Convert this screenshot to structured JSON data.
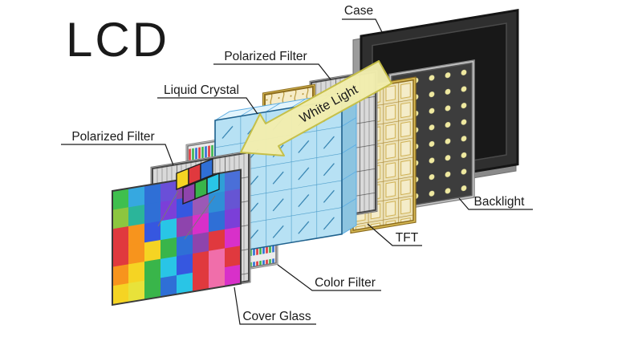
{
  "title": "LCD",
  "labels": {
    "case": "Case",
    "polarized_filter_top": "Polarized Filter",
    "liquid_crystal": "Liquid Crystal",
    "polarized_filter_left": "Polarized Filter",
    "backlight": "Backlight",
    "tft": "TFT",
    "color_filter": "Color Filter",
    "cover_glass": "Cover Glass",
    "white_light": "White Light"
  },
  "layers_front_to_back": [
    "Cover Glass",
    "Polarized Filter",
    "Color Filter",
    "Liquid Crystal",
    "TFT",
    "Polarized Filter",
    "Backlight",
    "Case"
  ],
  "colors": {
    "arrow_fill": "#f2eeae",
    "arrow_stroke": "#c6bf45",
    "liquid_crystal_blue": "#b7e1f4",
    "tft_gold": "#c9a53a",
    "backlight_dot": "#efe9a0",
    "case_dark": "#2f2f2f",
    "polarizer_gray": "#d9d9d9"
  },
  "cover_glass_tiles": [
    [
      "#3fbf4e",
      "#36a8e0",
      "#2f6fd6",
      "#6a4fd8",
      "#8e44ad",
      "#36c8e0",
      "#2f9fd6",
      "#4a6fd8"
    ],
    [
      "#8cc63f",
      "#2bb59a",
      "#2f6fd6",
      "#7b3fd8",
      "#3657e0",
      "#9b59b6",
      "#2f8fd6",
      "#6655d3"
    ],
    [
      "#e0393e",
      "#f7941d",
      "#3657e0",
      "#29c5e6",
      "#8e44ad",
      "#d830c9",
      "#2f6fd6",
      "#7b3fd8"
    ],
    [
      "#e0393e",
      "#f7941d",
      "#f5d423",
      "#39b54a",
      "#2f6fd6",
      "#8e44ad",
      "#e0393e",
      "#d830c9"
    ],
    [
      "#f7941d",
      "#f5d423",
      "#39b54a",
      "#29c5e6",
      "#3657e0",
      "#e0393e",
      "#f06eaa",
      "#e0393e"
    ],
    [
      "#f5d423",
      "#e8e23a",
      "#39b54a",
      "#2f6fd6",
      "#29c5e6",
      "#e0393e",
      "#f06eaa",
      "#d830c9"
    ]
  ]
}
